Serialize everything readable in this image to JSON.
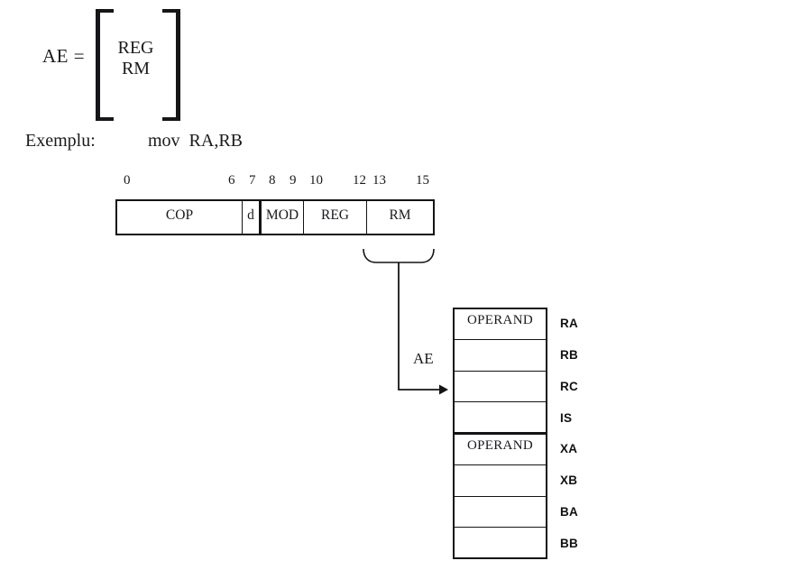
{
  "formula": {
    "lhs": "AE =",
    "options": [
      "REG",
      "RM"
    ]
  },
  "example": {
    "label": "Exemplu:",
    "instruction": "mov  RA,RB"
  },
  "bitfield": {
    "ticks": [
      "0",
      "6",
      "7",
      "8",
      "9",
      "10",
      "12",
      "13",
      "15"
    ],
    "fields": [
      {
        "label": "COP"
      },
      {
        "label": "d"
      },
      {
        "label": "MOD"
      },
      {
        "label": "REG"
      },
      {
        "label": "RM"
      }
    ]
  },
  "arrow": {
    "label": "AE"
  },
  "registers": {
    "rows": [
      {
        "value": "OPERAND",
        "name": "RA"
      },
      {
        "value": "",
        "name": "RB"
      },
      {
        "value": "",
        "name": "RC"
      },
      {
        "value": "",
        "name": "IS"
      },
      {
        "value": "OPERAND",
        "name": "XA"
      },
      {
        "value": "",
        "name": "XB"
      },
      {
        "value": "",
        "name": "BA"
      },
      {
        "value": "",
        "name": "BB"
      }
    ]
  },
  "colors": {
    "ink": "#1a1a1e",
    "line": "#141416",
    "background": "#ffffff"
  }
}
